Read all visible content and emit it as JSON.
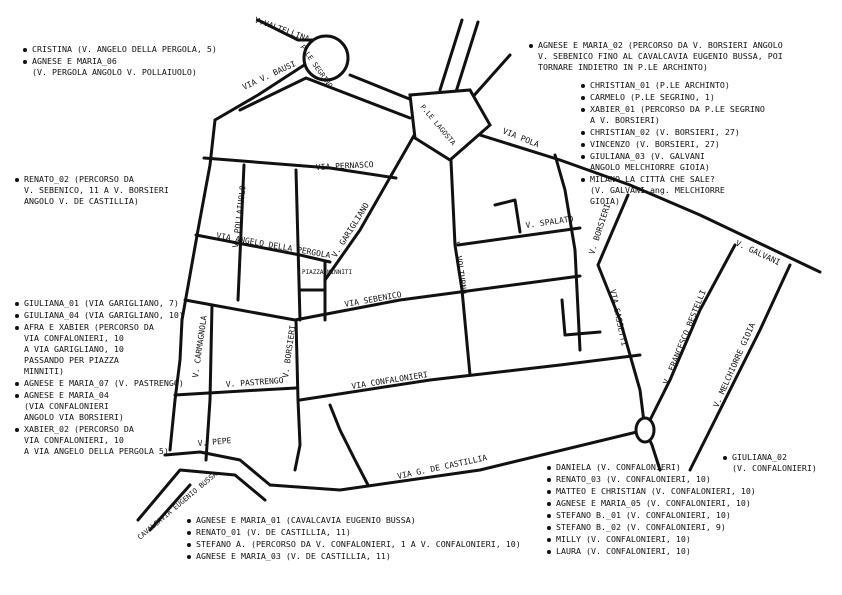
{
  "map": {
    "streets": {
      "v_valtellina": "V.VALTELLINA",
      "v_bausi": "VIA V. BAUSI",
      "p_segrino": "P.LE SEGRINO",
      "p_lagosta": "P.LE LAGOSTA",
      "via_pola": "VIA POLA",
      "via_pernasco": "VIA PERNASCO",
      "v_pollaiuolo": "V. POLLAIUOLO",
      "v_garigliano": "V. GARIGLIANO",
      "via_angelo_pergola": "VIA ANGELO DELLA PERGOLA",
      "piazza_minniti": "PIAZZA MINNITI",
      "via_sebenico": "VIA SEBENICO",
      "via_spalato": "V. SPALATO",
      "v_volturno": "V. VOLTURNO",
      "v_borsieri_east": "V. BORSIERI",
      "v_galvani": "V. GALVANI",
      "v_carmagnola": "V. CARMAGNOLA",
      "v_pastrengo": "V. PASTRENGO",
      "v_borsieri_west": "V. BORSIERI",
      "via_confalonieri": "VIA CONFALONIERI",
      "via_de_castillia": "VIA G. DE CASTILLIA",
      "v_pepe": "V. PEPE",
      "cavalcavia": "CAVALCAVIA EUGENIO BUSSA",
      "via_sassetti": "VIA SASSETTI",
      "v_fratelli": "V. FRANCESCO BESTELLI",
      "v_melchiorre_gioia": "V. MELCHIORRE GIOIA"
    }
  },
  "notes": {
    "top_left": [
      "CRISTINA (V. ANGELO DELLA PERGOLA, 5)",
      "AGNESE E MARIA_06\n(V. PERGOLA ANGOLO V. POLLAIUOLO)"
    ],
    "top_right_first": "AGNESE E MARIA_02 (PERCORSO DA V. BORSIERI ANGOLO\nV. SEBENICO FINO AL CAVALCAVIA EUGENIO BUSSA, POI\nTORNARE INDIETRO IN P.LE ARCHINTO)",
    "top_right": [
      "CHRISTIAN_01 (P.LE ARCHINTO)",
      "CARMELO (P.LE SEGRINO, 1)",
      "XABIER_01 (PERCORSO DA P.LE SEGRINO\nA V. BORSIERI)",
      "CHRISTIAN_02 (V. BORSIERI, 27)",
      "VINCENZO (V. BORSIERI, 27)",
      "GIULIANA_03 (V. GALVANI\nANGOLO MELCHIORRE GIOIA)",
      "MILANO LA CITTÀ CHE SALE?\n(V. GALVANI ang. MELCHIORRE\nGIOIA)"
    ],
    "left_mid": [
      "RENATO_02 (PERCORSO DA\nV. SEBENICO, 11 A V. BORSIERI\nANGOLO V. DE CASTILLIA)"
    ],
    "left_lower": [
      "GIULIANA_01 (VIA GARIGLIANO, 7)",
      "GIULIANA_04 (VIA GARIGLIANO, 10)",
      "AFRA E XABIER (PERCORSO DA\nVIA CONFALONIERI, 10\nA VIA GARIGLIANO, 10\nPASSANDO PER PIAZZA\nMINNITI)",
      "AGNESE E MARIA_07 (V. PASTRENGO)",
      "AGNESE E MARIA_04\n(VIA CONFALONIERI\nANGOLO VIA BORSIERI)",
      "XABIER_02 (PERCORSO DA\nVIA CONFALONIERI, 10\nA VIA ANGELO DELLA PERGOLA 5)"
    ],
    "right_lower_single": "GIULIANA_02\n(V. CONFALONIERI)",
    "bottom_right": [
      "DANIELA (V. CONFALONIERI)",
      "RENATO_03 (V. CONFALONIERI, 10)",
      "MATTEO E CHRISTIAN (V. CONFALONIERI, 10)",
      "AGNESE E MARIA_05 (V. CONFALONIERI, 10)",
      "STEFANO B._01 (V. CONFALONIERI, 10)",
      "STEFANO B._02 (V. CONFALONIERI, 9)",
      "MILLY (V. CONFALONIERI, 10)",
      "LAURA (V. CONFALONIERI, 10)"
    ],
    "bottom_center": [
      "AGNESE E MARIA_01 (CAVALCAVIA EUGENIO BUSSA)",
      "RENATO_01 (V. DE CASTILLIA, 11)",
      "STEFANO A. (PERCORSO DA V. CONFALONIERI, 1 A V. CONFALONIERI, 10)",
      "AGNESE E MARIA_03 (V. DE CASTILLIA, 11)"
    ]
  }
}
